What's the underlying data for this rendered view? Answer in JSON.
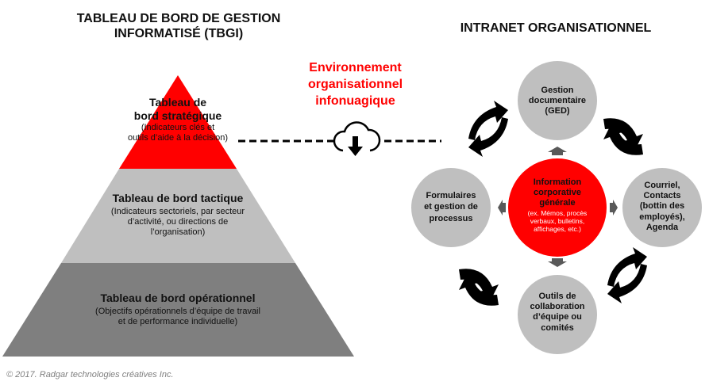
{
  "left_title": [
    "TABLEAU DE BORD DE GESTION",
    "INFORMATISÉ (TBGI)"
  ],
  "right_title": "INTRANET ORGANISATIONNEL",
  "center_label": [
    "Environnement",
    "organisationnel",
    "infonuagique"
  ],
  "pyramid": {
    "top": {
      "title": [
        "Tableau de",
        "bord stratégique"
      ],
      "desc": [
        "(Indicateurs clés et",
        "outils d’aide à la décision)"
      ],
      "color": "#ff0000"
    },
    "middle": {
      "title": "Tableau de bord tactique",
      "desc": [
        "(Indicateurs sectoriels, par secteur",
        "d’activité, ou directions de",
        "l’organisation)"
      ],
      "color": "#bfbfbf"
    },
    "bottom": {
      "title": "Tableau de bord opérationnel",
      "desc": [
        "(Objectifs opérationnels d’équipe de travail",
        "et de performance individuelle)"
      ],
      "color": "#7f7f7f"
    }
  },
  "circles": {
    "top": [
      "Gestion",
      "documentaire",
      "(GED)"
    ],
    "left": [
      "Formulaires",
      "et gestion de",
      "processus"
    ],
    "right": [
      "Courriel,",
      "Contacts",
      "(bottin des",
      "employés),",
      "Agenda"
    ],
    "bottom": [
      "Outils de",
      "collaboration",
      "d’équipe ou",
      "comités"
    ],
    "center": {
      "title": [
        "Information",
        "corporative",
        "générale"
      ],
      "desc": [
        "(ex. Mémos, procès",
        "verbaux, bulletins,",
        "affichages, etc.)"
      ]
    }
  },
  "copyright": "© 2017.  Radgar technologies créatives Inc."
}
